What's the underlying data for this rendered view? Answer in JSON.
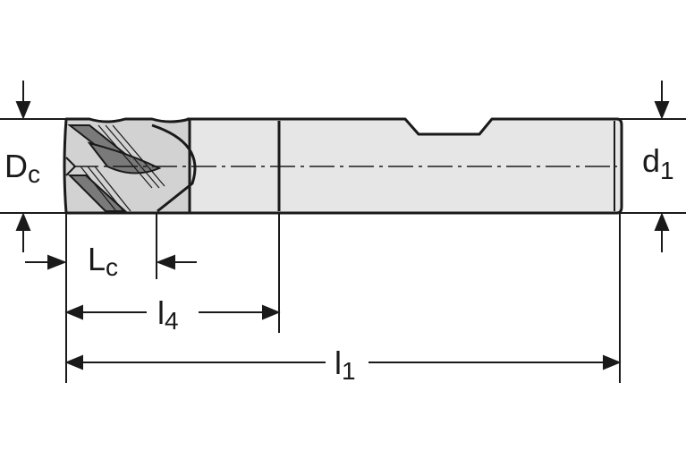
{
  "labels": {
    "dc_main": "D",
    "dc_sub": "c",
    "d1_main": "d",
    "d1_sub": "1",
    "lc_main": "L",
    "lc_sub": "c",
    "l4_main": "l",
    "l4_sub": "4",
    "l1_main": "l",
    "l1_sub": "1"
  },
  "colors": {
    "line": "#1a1a1a",
    "tool_fill": "#e6e6e6",
    "head_fill": "#d2d2d2",
    "flute_fill": "#7a7a7a",
    "background": "#ffffff"
  }
}
